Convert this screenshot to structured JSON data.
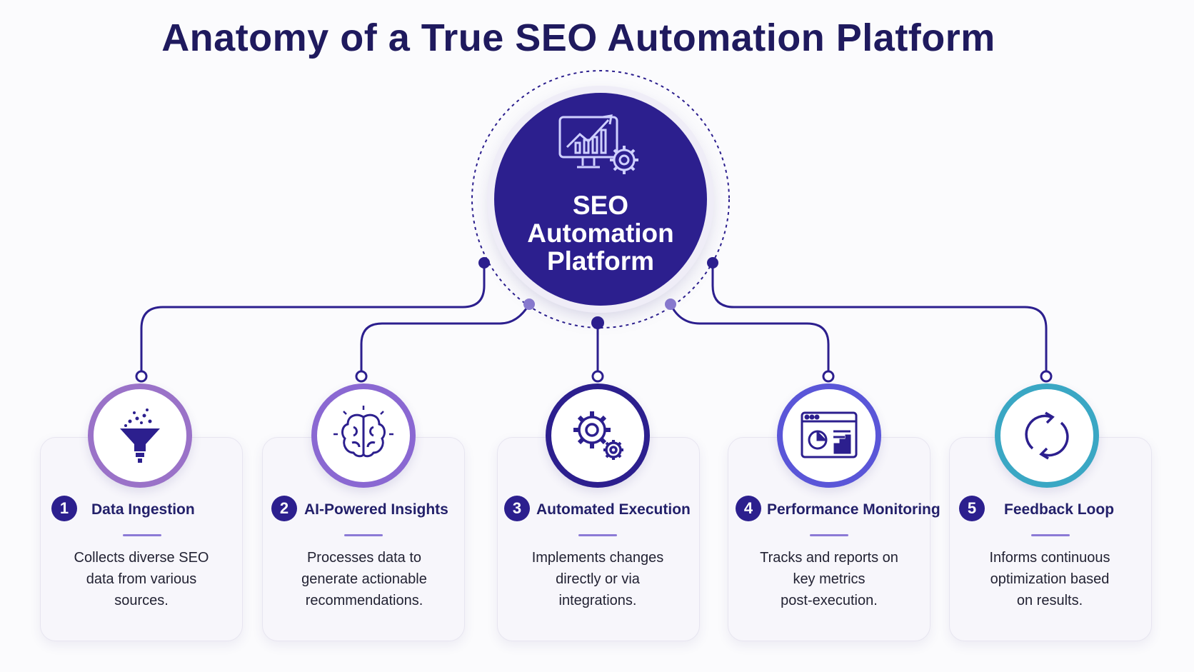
{
  "title": "Anatomy of a True SEO Automation Platform",
  "hub": {
    "label": "SEO\nAutomation\nPlatform",
    "icon": "chart-monitor-gear-icon"
  },
  "colors": {
    "primary": "#2c1f8e",
    "heading": "#1f1a5e",
    "ring_purple": "#8c6bc4",
    "ring_indigo": "#2c1f8e",
    "ring_blue": "#5a56d8",
    "ring_teal": "#3aa7c4"
  },
  "steps": [
    {
      "number": "1",
      "title": "Data Ingestion",
      "description": "Collects diverse SEO\ndata from various\nsources.",
      "icon": "funnel-icon"
    },
    {
      "number": "2",
      "title": "AI-Powered Insights",
      "description": "Processes data to\ngenerate actionable\nrecommendations.",
      "icon": "brain-icon"
    },
    {
      "number": "3",
      "title": "Automated Execution",
      "description": "Implements changes\ndirectly or via\nintegrations.",
      "icon": "gears-icon"
    },
    {
      "number": "4",
      "title": "Performance Monitoring",
      "description": "Tracks and reports on\nkey metrics\npost-execution.",
      "icon": "dashboard-icon"
    },
    {
      "number": "5",
      "title": "Feedback Loop",
      "description": "Informs continuous\noptimization based\non results.",
      "icon": "refresh-cycle-icon"
    }
  ]
}
